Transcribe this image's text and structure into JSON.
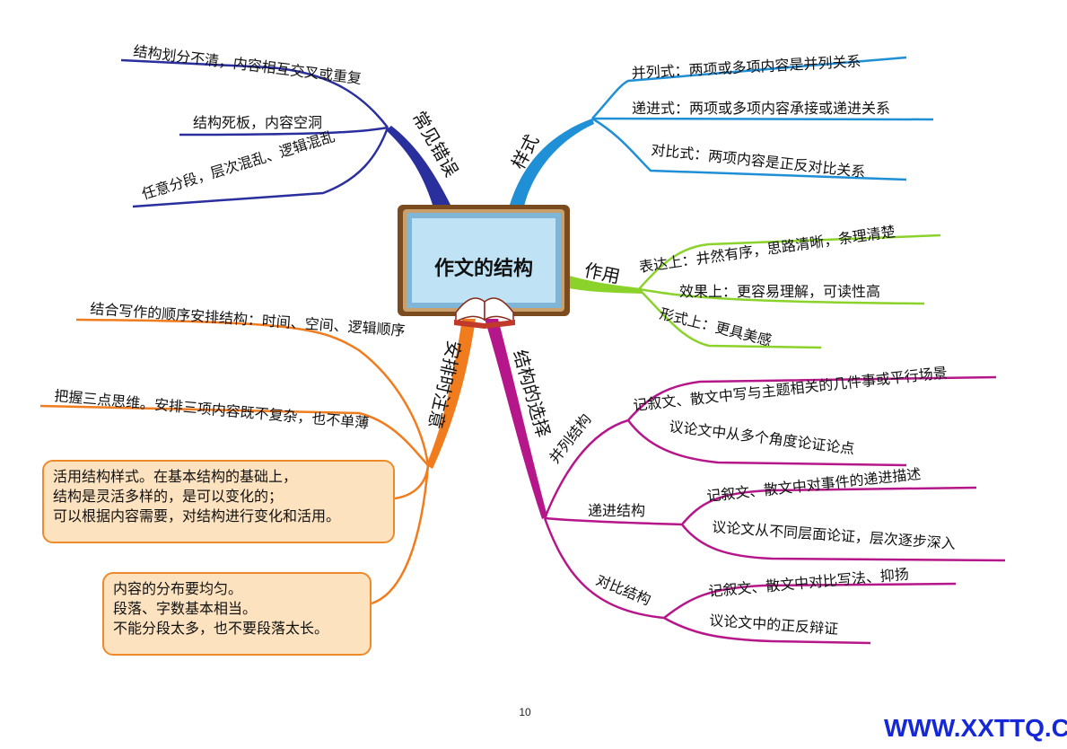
{
  "center": {
    "title": "作文的结构"
  },
  "branches": {
    "yangshi": {
      "label": "样式",
      "color": "#1f8fd6",
      "items": [
        "并列式：两项或多项内容是并列关系",
        "递进式：两项或多项内容承接或递进关系",
        "对比式：两项内容是正反对比关系"
      ]
    },
    "zuoyong": {
      "label": "作用",
      "color": "#8bd22a",
      "items": [
        "表达上：井然有序，思路清晰，条理清楚",
        "效果上：更容易理解，可读性高",
        "形式上：更具美感"
      ]
    },
    "changjian": {
      "label": "常见错误",
      "color": "#2a2f9e",
      "items": [
        "结构划分不清，内容相互交叉或重复",
        "结构死板，内容空洞",
        "任意分段，层次混乱、逻辑混乱"
      ]
    },
    "anpai": {
      "label": "安排时注意",
      "color": "#f07c1e",
      "items": [
        "结合写作的顺序安排结构：时间、空间、逻辑顺序",
        "把握三点思维。安排三项内容既不复杂，也不单薄"
      ],
      "notes": [
        [
          "活用结构样式。在基本结构的基础上，",
          "结构是灵活多样的，是可以变化的；",
          "可以根据内容需要，对结构进行变化和活用。"
        ],
        [
          "内容的分布要均匀。",
          "段落、字数基本相当。",
          "不能分段太多，也不要段落太长。"
        ]
      ]
    },
    "xuanze": {
      "label": "结构的选择",
      "color": "#b5178a",
      "subs": [
        {
          "label": "并列结构",
          "items": [
            "记叙文、散文中写与主题相关的几件事或平行场景",
            "议论文中从多个角度论证论点"
          ]
        },
        {
          "label": "递进结构",
          "items": [
            "记叙文、散文中对事件的递进描述",
            "议论文从不同层面论证，层次逐步深入"
          ]
        },
        {
          "label": "对比结构",
          "items": [
            "记叙文、散文中对比写法、抑扬",
            "议论文中的正反辩证"
          ]
        }
      ]
    }
  },
  "footer": {
    "page_number": "10",
    "watermark": "WWW.XXTTQ.COM"
  }
}
